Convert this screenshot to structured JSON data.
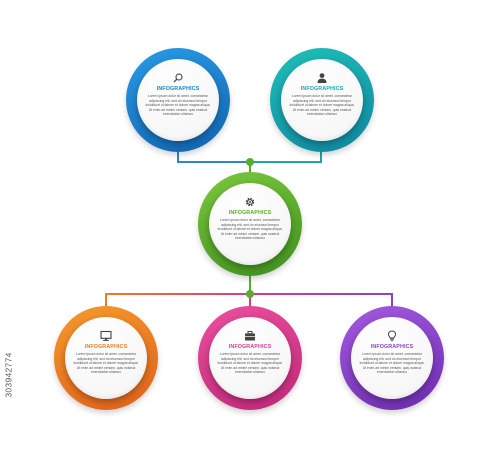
{
  "colors": {
    "blue": "#1a82cf",
    "teal": "#1aa8b0",
    "green": "#5aad2c",
    "orange": "#ee7d1f",
    "pink": "#d93a8f",
    "purple": "#8a43c8",
    "connector_left": "#2f84d4",
    "connector_right": "#1ba7a6",
    "connector_bottom_left": "#ee7d1f",
    "connector_bottom_right": "#8a43c8",
    "junction_dot": "#5aad2c"
  },
  "nodes": [
    {
      "id": "node-top-left",
      "color": "blue",
      "icon": "magnifier-icon",
      "title": "INFOGRAPHICS",
      "body": "Lorem ipsum dolor sit amet, consectetur adipiscing elit, sed do eiusmod tempor incididunt ut labore et dolore magna aliqua. Ut enim ad minim veniam, quis nostrud exercitation ullamco"
    },
    {
      "id": "node-top-right",
      "color": "teal",
      "icon": "user-icon",
      "title": "INFOGRAPHICS",
      "body": "Lorem ipsum dolor sit amet, consectetur adipiscing elit, sed do eiusmod tempor incididunt ut labore et dolore magna aliqua. Ut enim ad minim veniam, quis nostrud exercitation ullamco"
    },
    {
      "id": "node-center",
      "color": "green",
      "icon": "gear-icon",
      "title": "INFOGRAPHICS",
      "body": "Lorem ipsum dolor sit amet, consectetur adipiscing elit, sed do eiusmod tempor incididunt ut labore et dolore magna aliqua. Ut enim ad minim veniam, quis nostrud exercitation ullamco"
    },
    {
      "id": "node-bottom-left",
      "color": "orange",
      "icon": "monitor-icon",
      "title": "INFOGRAPHICS",
      "body": "Lorem ipsum dolor sit amet, consectetur adipiscing elit, sed do eiusmod tempor incididunt ut labore et dolore magna aliqua. Ut enim ad minim veniam, quis nostrud exercitation ullamco"
    },
    {
      "id": "node-bottom-middle",
      "color": "pink",
      "icon": "briefcase-icon",
      "title": "INFOGRAPHICS",
      "body": "Lorem ipsum dolor sit amet, consectetur adipiscing elit, sed do eiusmod tempor incididunt ut labore et dolore magna aliqua. Ut enim ad minim veniam, quis nostrud exercitation ullamco"
    },
    {
      "id": "node-bottom-right",
      "color": "purple",
      "icon": "lightbulb-icon",
      "title": "INFOGRAPHICS",
      "body": "Lorem ipsum dolor sit amet, consectetur adipiscing elit, sed do eiusmod tempor incididunt ut labore et dolore magna aliqua. Ut enim ad minim veniam, quis nostrud exercitation ullamco"
    }
  ],
  "stock_id": "303942774"
}
